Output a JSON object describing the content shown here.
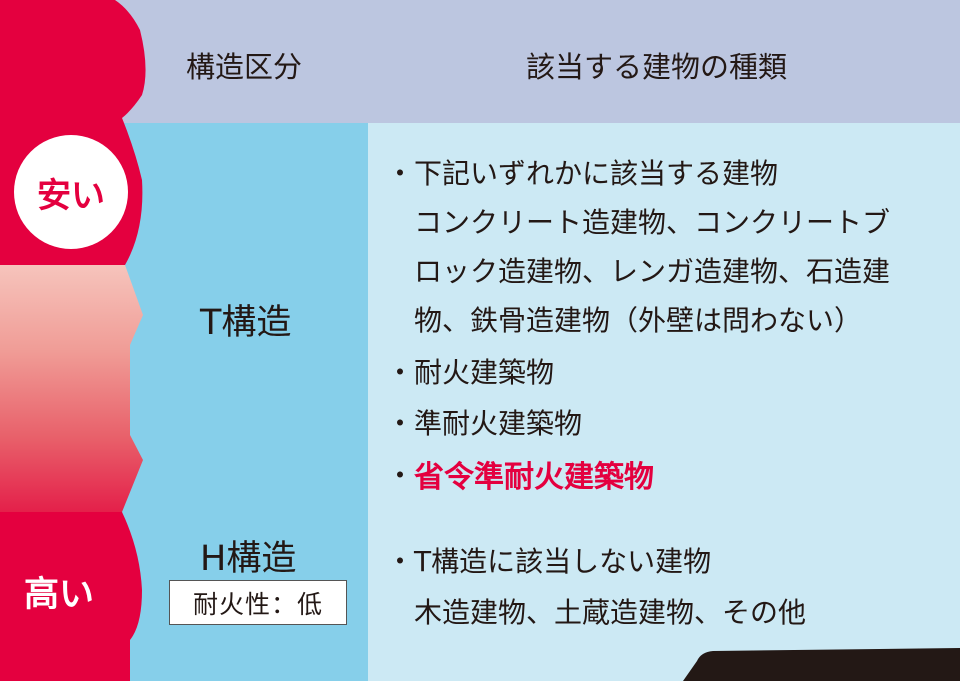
{
  "header": {
    "col_structure": "構造区分",
    "col_buildings": "該当する建物の種類"
  },
  "cost_scale": {
    "low_label": "安い",
    "high_label": "高い",
    "colors": {
      "strong": "#e4003f",
      "light": "#f4b7b0"
    }
  },
  "rows": [
    {
      "structure": "T構造",
      "items": [
        {
          "bullet": "・",
          "text": "下記いずれかに該当する建物"
        },
        {
          "text": "コンクリート造建物、コンクリートブ"
        },
        {
          "text": "ロック造建物、レンガ造建物、石造建"
        },
        {
          "text": "物、鉄骨造建物（外壁は問わない）"
        },
        {
          "bullet": "・",
          "text": "耐火建築物"
        },
        {
          "bullet": "・",
          "text": "準耐火建築物"
        },
        {
          "bullet": "・",
          "text": "省令準耐火建築物",
          "highlight": true
        }
      ]
    },
    {
      "structure": "H構造",
      "note": "耐火性：低",
      "items": [
        {
          "bullet": "・",
          "text": "T構造に該当しない建物"
        },
        {
          "text": "木造建物、土蔵造建物、その他"
        }
      ]
    }
  ],
  "colors": {
    "header_bg": "#bcc6e0",
    "left_col_bg": "#86cfea",
    "right_col_bg": "#cce9f4",
    "highlight_text": "#e4003f"
  }
}
